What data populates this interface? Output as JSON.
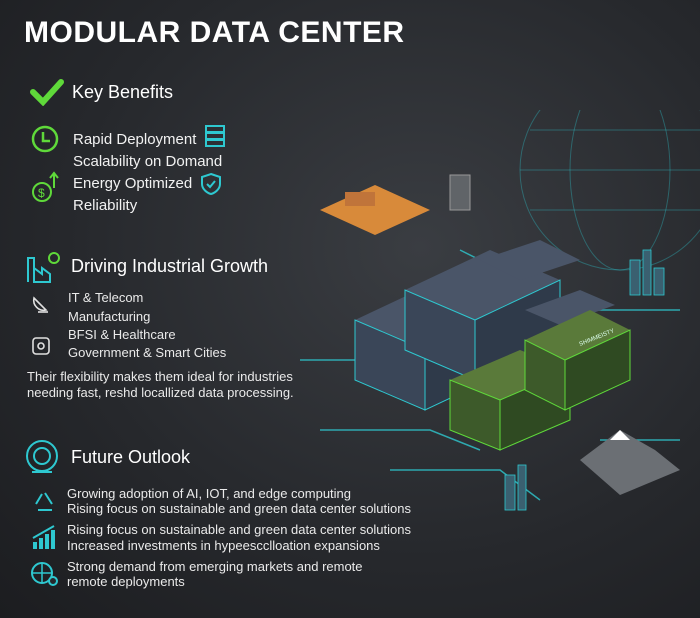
{
  "title": "MODULAR DATA CENTER",
  "key_benefits": {
    "heading": "Key Benefits",
    "items": [
      "Rapid Deployment",
      "Scalability on Domand",
      "Energy Optimized",
      "Reliability"
    ]
  },
  "industrial": {
    "heading": "Driving Industrial Growth",
    "items": [
      "IT & Telecom",
      "Manufacturing",
      "BFSI & Healthcare",
      "Government & Smart Cities"
    ],
    "note_lines": [
      "Their flexibility makes them ideal for industries",
      "needing fast, reshd locallized data processing."
    ]
  },
  "future": {
    "heading": "Future Outlook",
    "items": [
      "Growing adoption of AI, IOT, and edge computing",
      "Rising focus on sustainable and green data center solutions",
      "Rising focus on sustainable and green data center solutions",
      "Increased investments in hypeescclloation expansions",
      "Strong demand from emerging markets and remote",
      "remote deployments"
    ]
  },
  "container_label": "SHIMMEISTY",
  "colors": {
    "green": "#5fd93a",
    "cyan": "#2ec8d0",
    "background": "#2a2c30"
  }
}
